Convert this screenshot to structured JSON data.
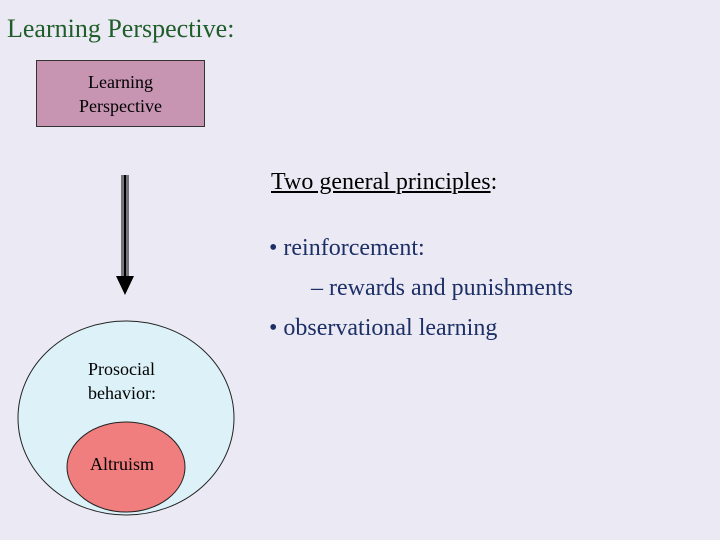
{
  "title": "Learning Perspective:",
  "learning_box": {
    "line1": "Learning",
    "line2": "Perspective"
  },
  "outer_circle": {
    "line1": "Prosocial",
    "line2": "behavior:",
    "fill": "#dcf2f8"
  },
  "inner_circle": {
    "label": "Altruism",
    "fill": "#f07e7e"
  },
  "principles": {
    "heading": "Two general principles",
    "heading_suffix": ":",
    "items": [
      {
        "text": "• reinforcement:"
      },
      {
        "text": "– rewards and punishments"
      },
      {
        "text": "• observational learning"
      }
    ]
  },
  "colors": {
    "background": "#ebe9f3",
    "title": "#1f5d2a",
    "box_fill": "#c794b2",
    "bullet_text": "#1c2f66"
  }
}
